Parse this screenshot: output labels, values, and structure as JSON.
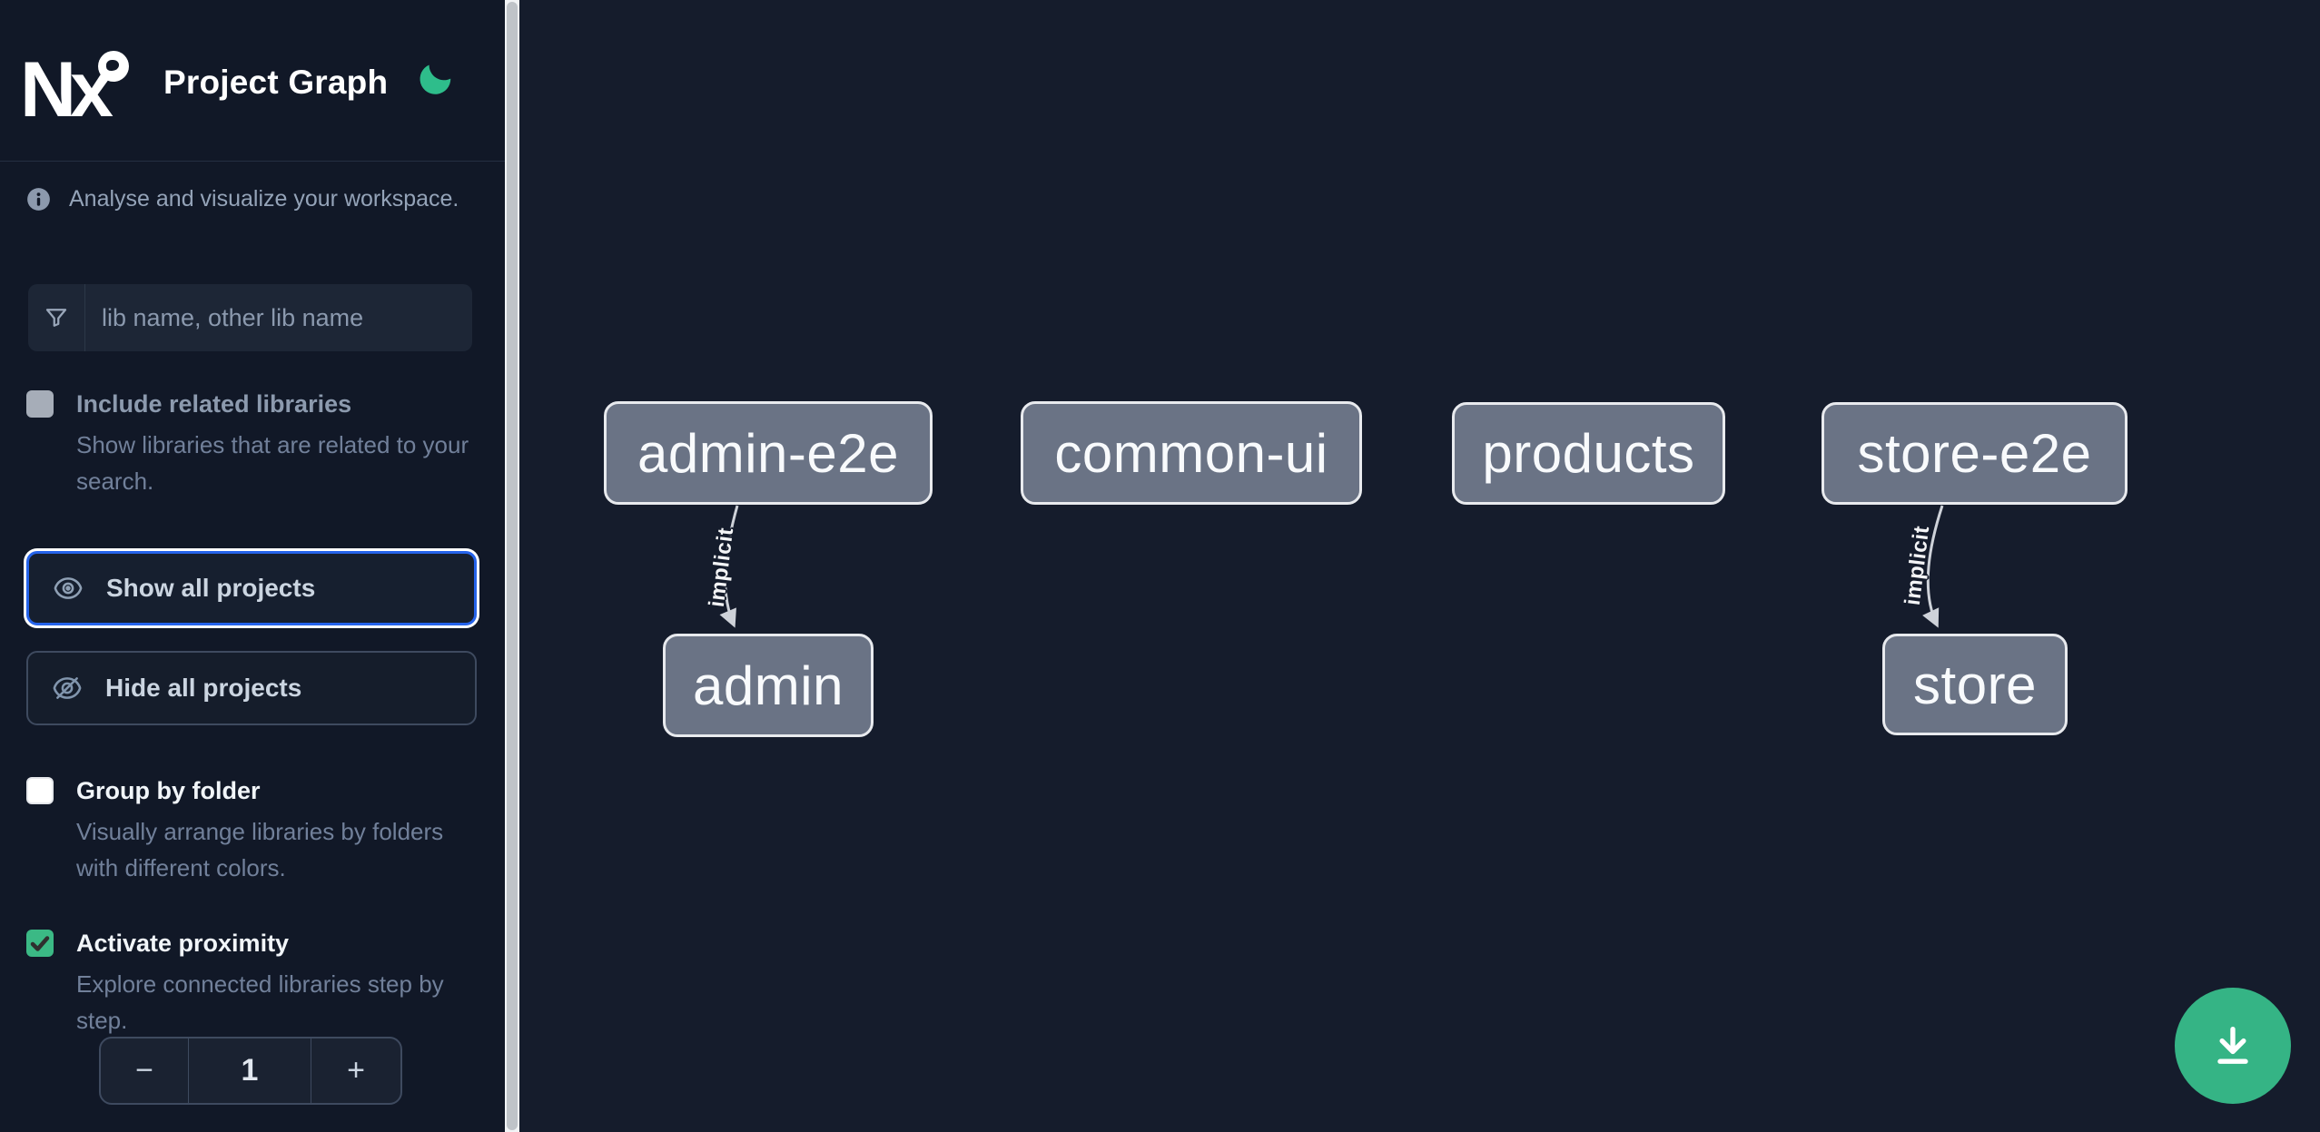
{
  "header": {
    "logo_text": "Nx",
    "title": "Project Graph"
  },
  "sidebar": {
    "tagline": "Analyse and visualize your workspace.",
    "search": {
      "placeholder": "lib name, other lib name",
      "value": ""
    },
    "include_related": {
      "label": "Include related libraries",
      "description": "Show libraries that are related to your search.",
      "checked": false
    },
    "show_all_label": "Show all projects",
    "hide_all_label": "Hide all projects",
    "group_by_folder": {
      "label": "Group by folder",
      "description": "Visually arrange libraries by folders with different colors.",
      "checked": false
    },
    "activate_proximity": {
      "label": "Activate proximity",
      "description": "Explore connected libraries step by step.",
      "checked": true
    },
    "stepper": {
      "decrement": "−",
      "value": "1",
      "increment": "+"
    }
  },
  "graph": {
    "nodes": [
      {
        "id": "admin-e2e",
        "label": "admin-e2e"
      },
      {
        "id": "common-ui",
        "label": "common-ui"
      },
      {
        "id": "products",
        "label": "products"
      },
      {
        "id": "store-e2e",
        "label": "store-e2e"
      },
      {
        "id": "admin",
        "label": "admin"
      },
      {
        "id": "store",
        "label": "store"
      }
    ],
    "edges": [
      {
        "source": "admin-e2e",
        "target": "admin",
        "label": "implicit"
      },
      {
        "source": "store-e2e",
        "target": "store",
        "label": "implicit"
      }
    ]
  },
  "fab": {
    "icon": "download"
  },
  "colors": {
    "sidebar_bg": "#111827",
    "canvas_bg": "#151c2c",
    "accent_green": "#2ebd8b",
    "fab_green": "#35b485",
    "focus_blue": "#2563eb",
    "node_fill": "#6a7385",
    "node_border": "#e8eaee",
    "checkbox_checked_green": "#3bb985"
  }
}
